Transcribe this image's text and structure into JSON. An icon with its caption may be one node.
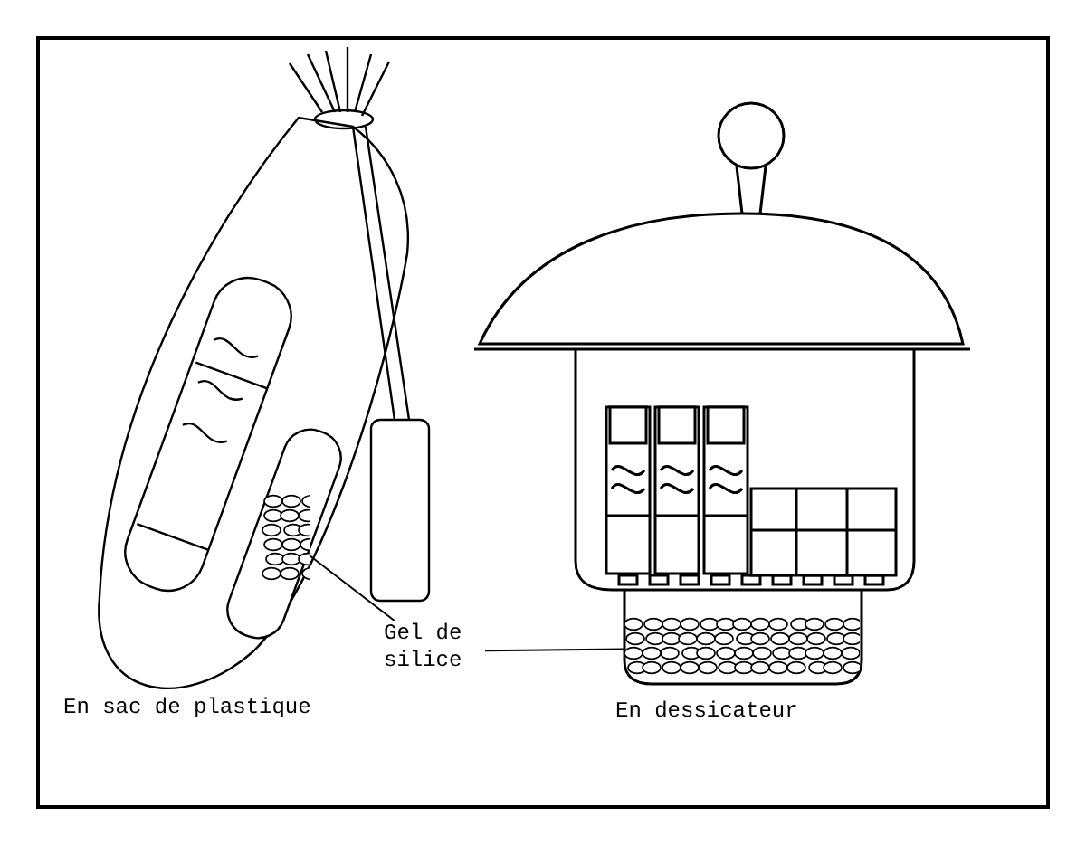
{
  "diagram": {
    "nodes": [
      {
        "text": [
          "Gel de silice"
        ]
      },
      {
        "text": [],
        "shape": "picture"
      },
      {
        "text": [],
        "shape": "picture"
      }
    ],
    "edges": [
      {
        "from": 0,
        "to": 1,
        "arrow": "none"
      },
      {
        "from": 0,
        "to": 2,
        "arrow": "none"
      }
    ],
    "labels": [
      "En sac de plastique",
      "En dessicateur"
    ]
  }
}
